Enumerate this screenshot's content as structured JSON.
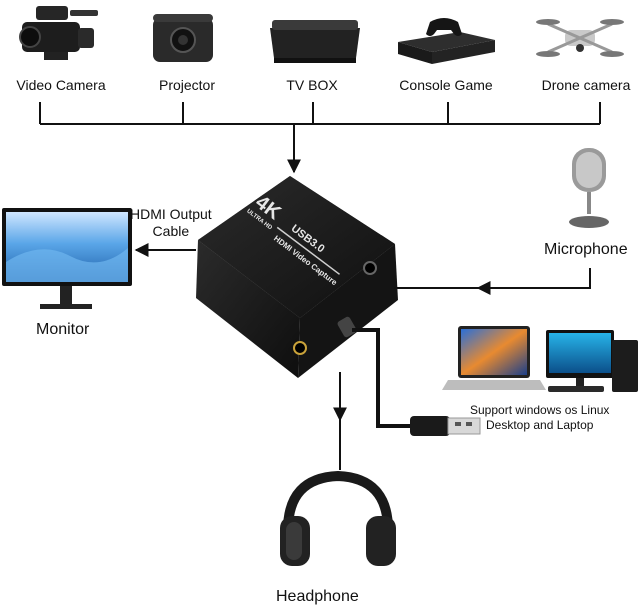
{
  "sources": [
    {
      "label": "Video Camera",
      "icon": "video-camera-icon"
    },
    {
      "label": "Projector",
      "icon": "projector-icon"
    },
    {
      "label": "TV BOX",
      "icon": "tv-box-icon"
    },
    {
      "label": "Console Game",
      "icon": "console-game-icon"
    },
    {
      "label": "Drone camera",
      "icon": "drone-camera-icon"
    }
  ],
  "device": {
    "badge": "4K",
    "badge_sub": "ULTRA HD",
    "usb_label": "USB3.0",
    "name": "HDMI Video Capture"
  },
  "outputs": {
    "hdmi_cable": "HDMI Output\nCable",
    "monitor": "Monitor",
    "microphone": "Microphone",
    "headphone": "Headphone",
    "computer_support": "Support windows os Linux\nDesktop and Laptop"
  },
  "colors": {
    "line": "#111111",
    "device_body": "#1b1b1b",
    "monitor_screen": "#3d8fd6"
  }
}
